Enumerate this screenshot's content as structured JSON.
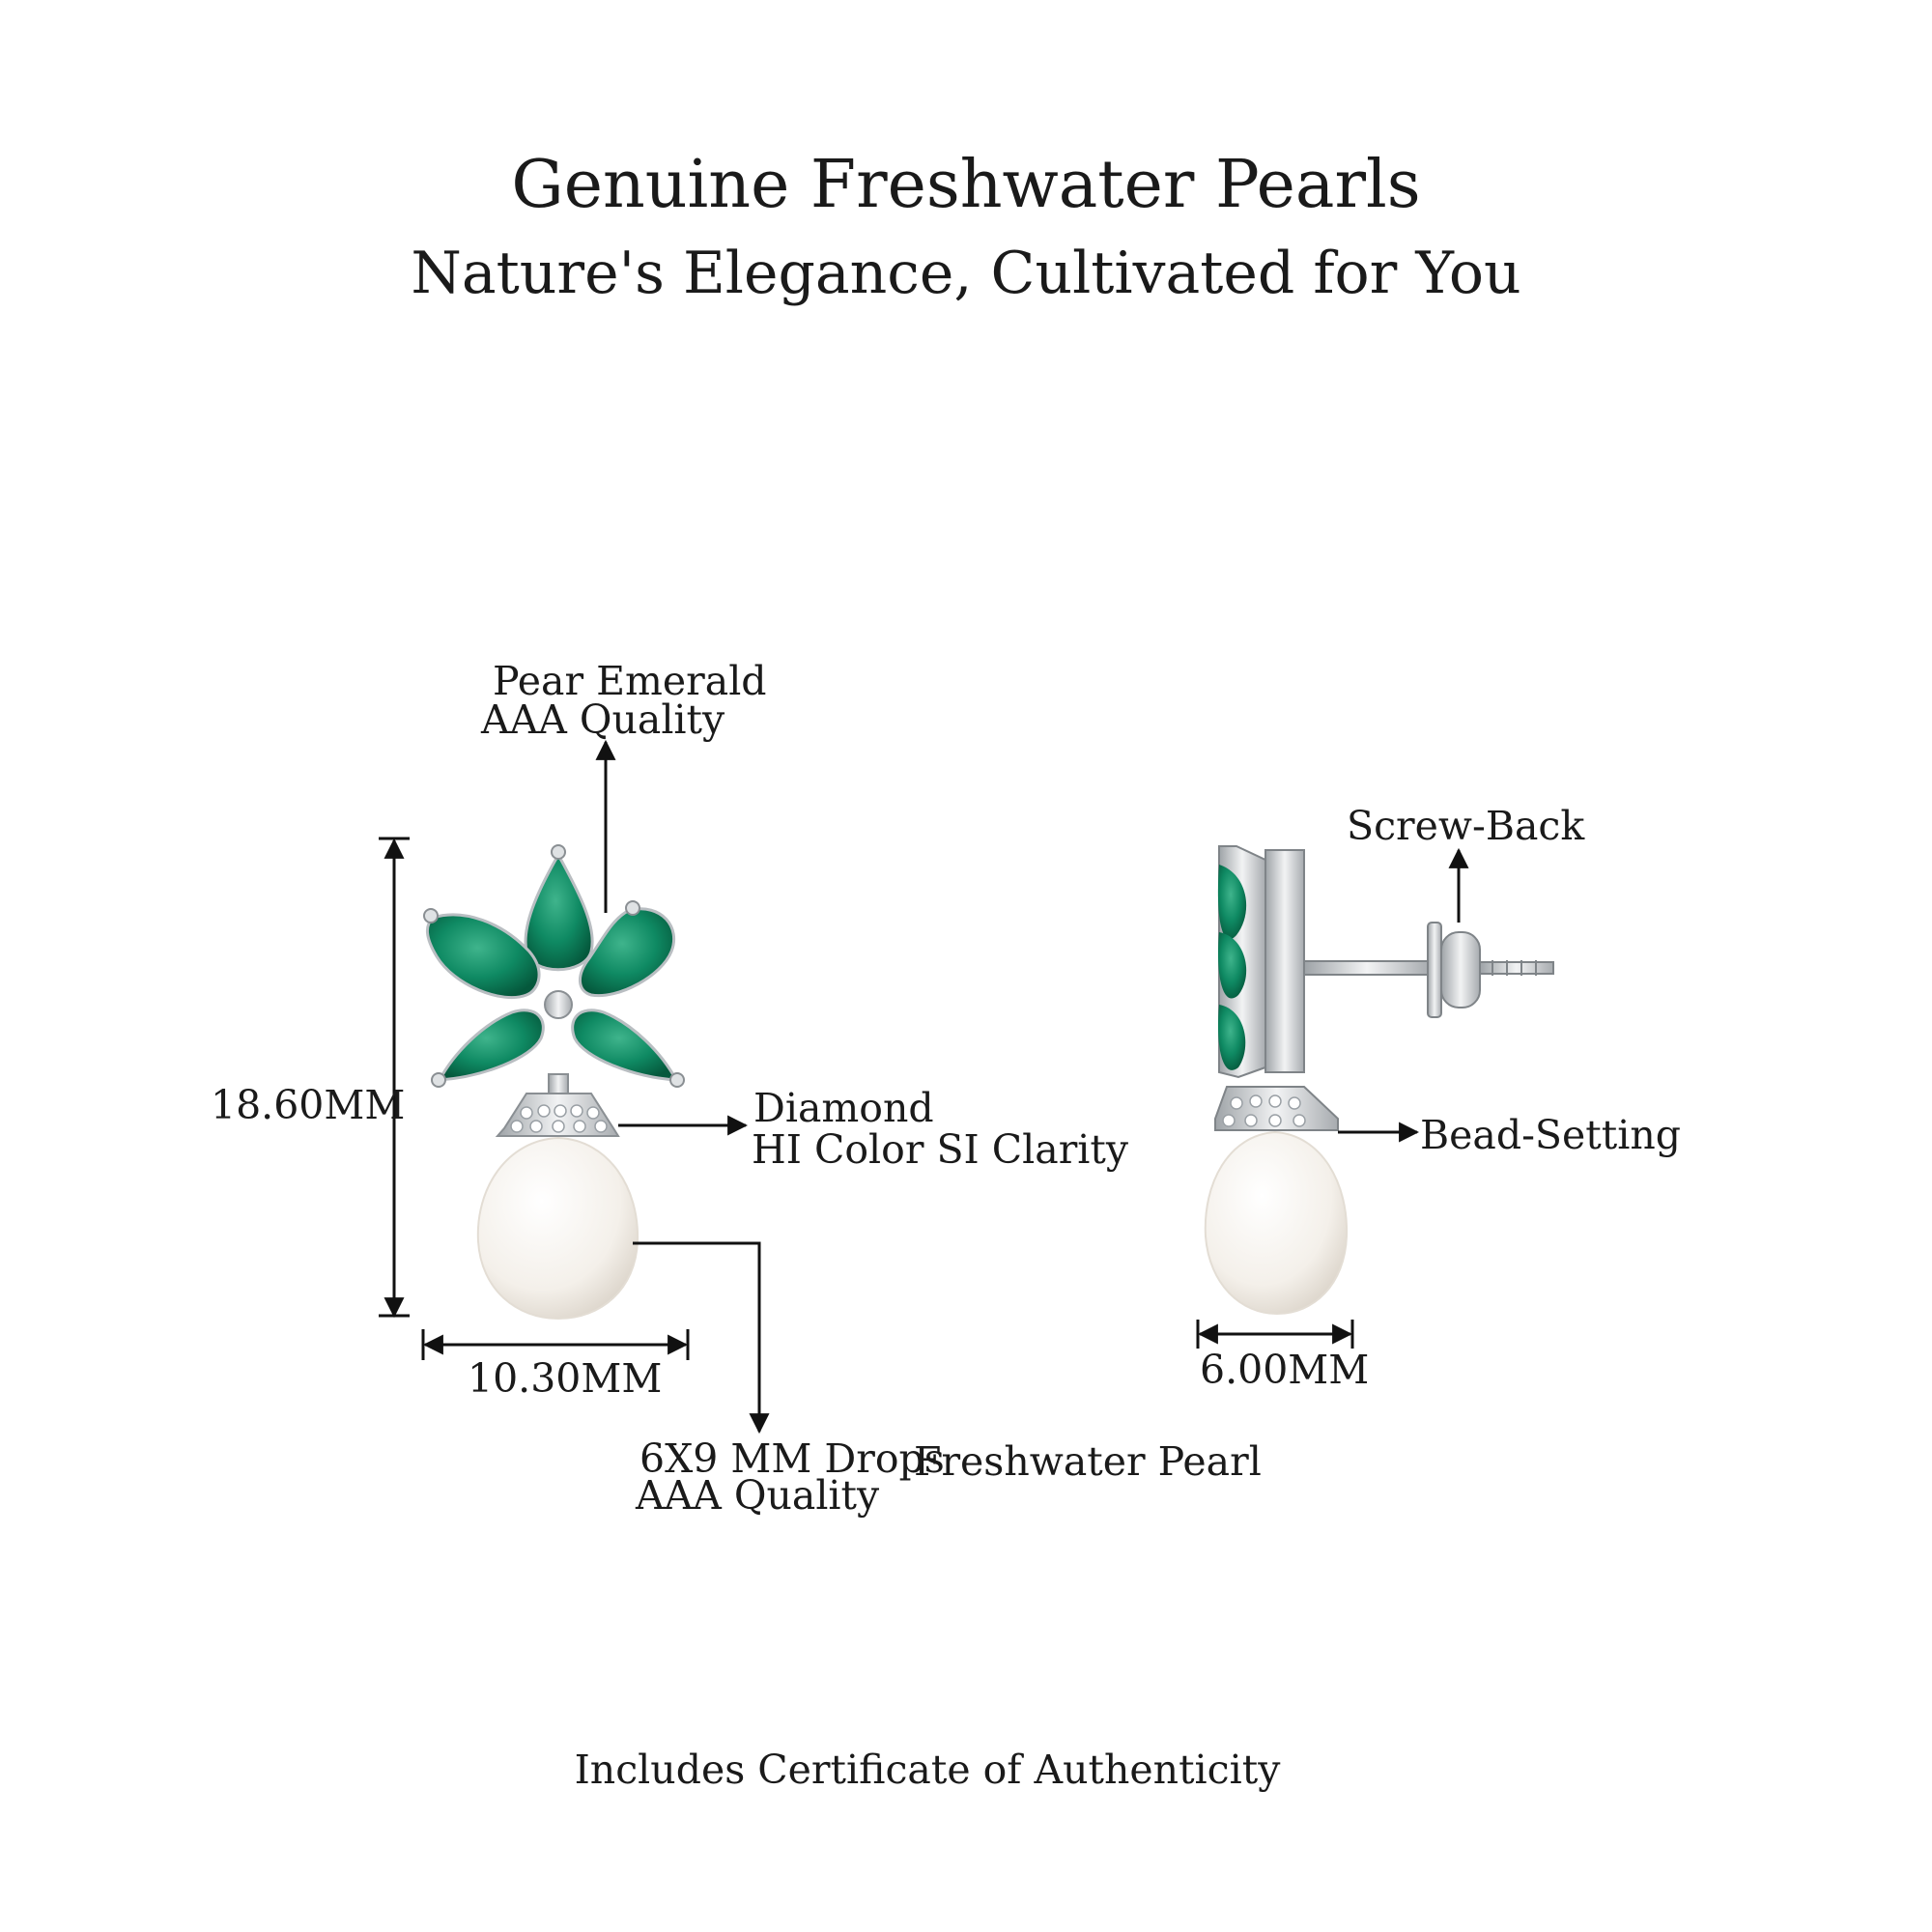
{
  "header": {
    "title": "Genuine Freshwater Pearls",
    "subtitle": "Nature's Elegance, Cultivated for You"
  },
  "callouts": {
    "emerald": {
      "line1": "Pear Emerald",
      "line2": "AAA Quality"
    },
    "diamond": {
      "line1": "Diamond",
      "line2": "HI Color SI Clarity"
    },
    "pearl": {
      "line1": "6X9 MM Drops",
      "line2": "AAA Quality",
      "name": "Freshwater Pearl"
    },
    "screw_back": "Screw-Back",
    "bead_setting": "Bead-Setting"
  },
  "dimensions": {
    "height": "18.60MM",
    "width": "10.30MM",
    "pearl_width": "6.00MM"
  },
  "footer": "Includes Certificate of Authenticity",
  "colors": {
    "emerald": "#0f8a63",
    "emerald_dark": "#05583c",
    "metal": "#c9ccce",
    "pearl": "#f6f3ef",
    "line": "#111111"
  }
}
